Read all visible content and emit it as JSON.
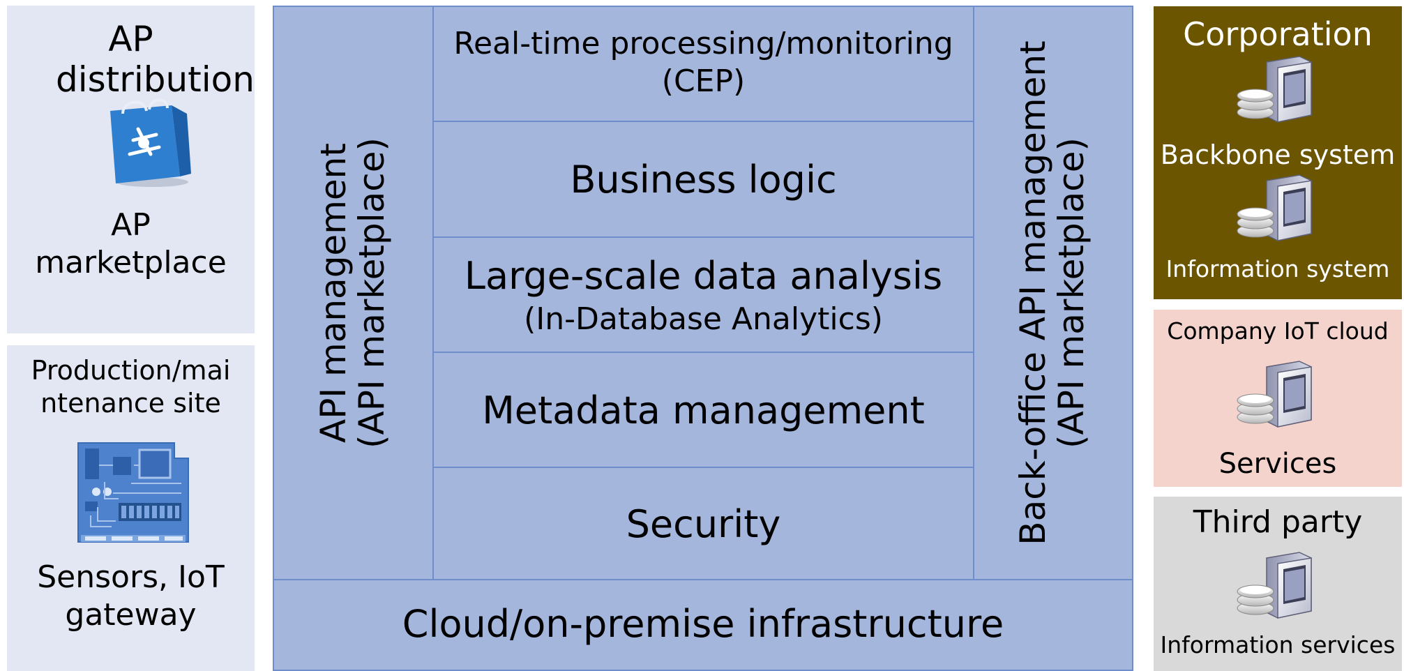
{
  "left": {
    "distribution": {
      "title": "AP distribution",
      "caption_line1": "AP",
      "caption_line2": "marketplace",
      "icon": "shopping-bag-icon"
    },
    "site": {
      "title_line1": "Production/mai",
      "title_line2": "ntenance site",
      "caption_line1": "Sensors, IoT",
      "caption_line2": "gateway",
      "icon": "circuit-board-icon"
    }
  },
  "center": {
    "api_management": {
      "line1": "API management",
      "line2": "(API marketplace)"
    },
    "layers": {
      "cep": {
        "line1": "Real-time processing/monitoring",
        "line2": "(CEP)"
      },
      "business": "Business logic",
      "analysis": {
        "line1": "Large-scale data analysis",
        "line2": "(In-Database Analytics)"
      },
      "metadata": "Metadata management",
      "security": "Security"
    },
    "backoffice": {
      "line1": "Back-office API management",
      "line2": "(API marketplace)"
    },
    "infrastructure": "Cloud/on-premise infrastructure"
  },
  "right": {
    "corporation": {
      "title": "Corporation",
      "backbone": "Backbone system",
      "information": "Information system",
      "icon": "server-icon"
    },
    "iot_cloud": {
      "title": "Company IoT cloud",
      "caption": "Services",
      "icon": "server-icon"
    },
    "third_party": {
      "title": "Third party",
      "caption": "Information services",
      "icon": "server-icon"
    }
  },
  "colors": {
    "architecture_fill": "#a4b6dc",
    "architecture_border": "#6f8ccb",
    "left_panel": "#e2e7f3",
    "corporation": "#6b5500",
    "iot_cloud": "#f5d3cd",
    "third_party": "#d9d9d9"
  }
}
